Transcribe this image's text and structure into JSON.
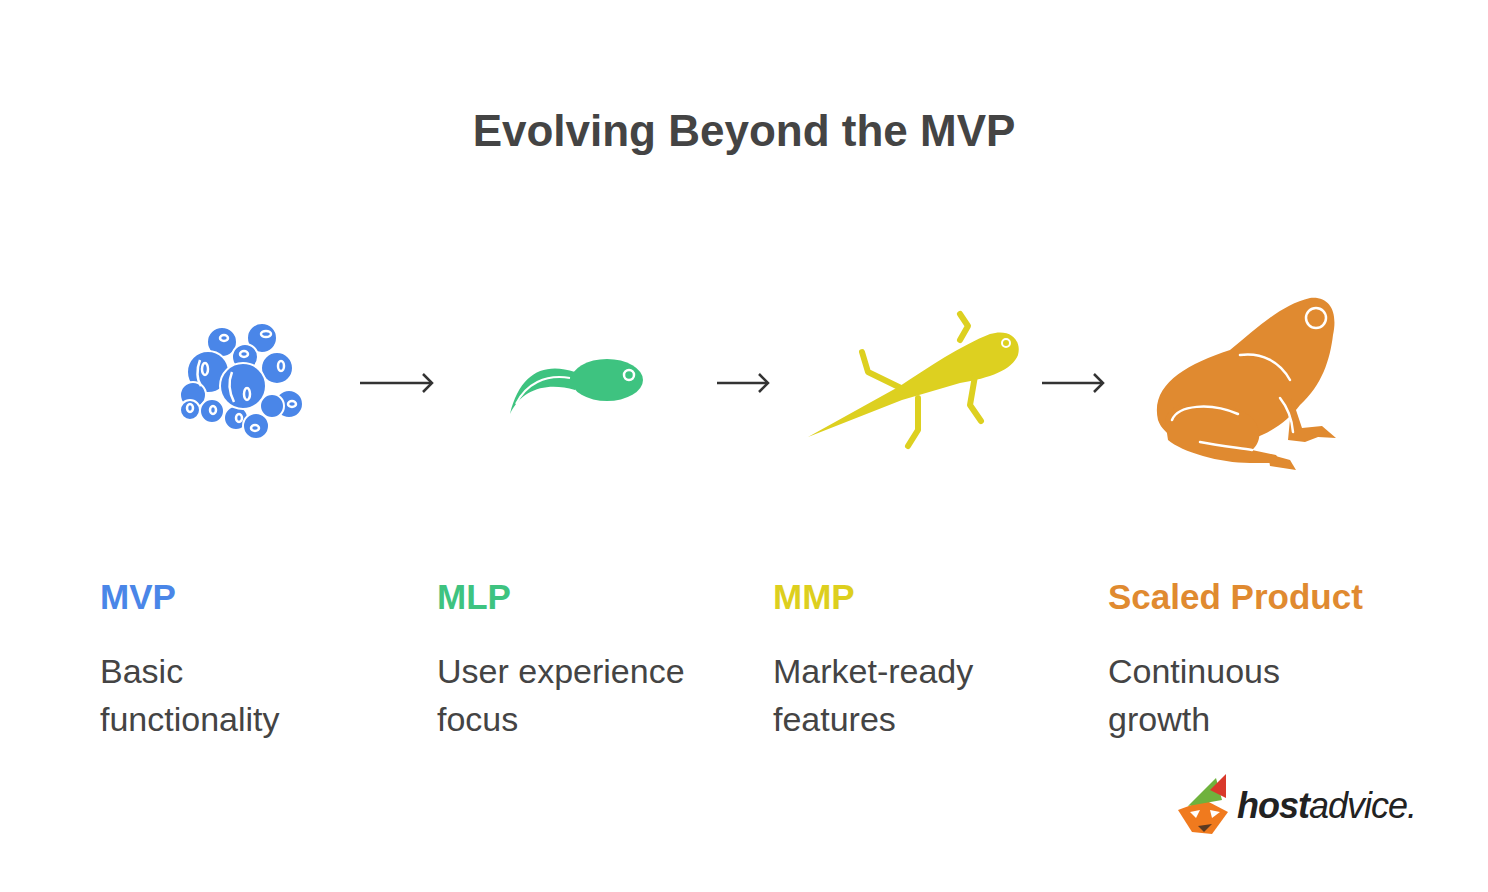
{
  "diagram": {
    "title": "Evolving Beyond the MVP",
    "nodes": [
      {
        "text": [
          "MVP",
          "Basic functionality"
        ]
      },
      {
        "text": [
          "MLP",
          "User experience focus"
        ]
      },
      {
        "text": [
          "MMP",
          "Market-ready features"
        ]
      },
      {
        "text": [
          "Scaled Product",
          "Continuous growth"
        ]
      }
    ],
    "edges": [
      {
        "from": 0,
        "to": 1,
        "arrow": "to"
      },
      {
        "from": 1,
        "to": 2,
        "arrow": "to"
      },
      {
        "from": 2,
        "to": 3,
        "arrow": "to"
      }
    ],
    "labels": [
      "host",
      "advice."
    ]
  }
}
